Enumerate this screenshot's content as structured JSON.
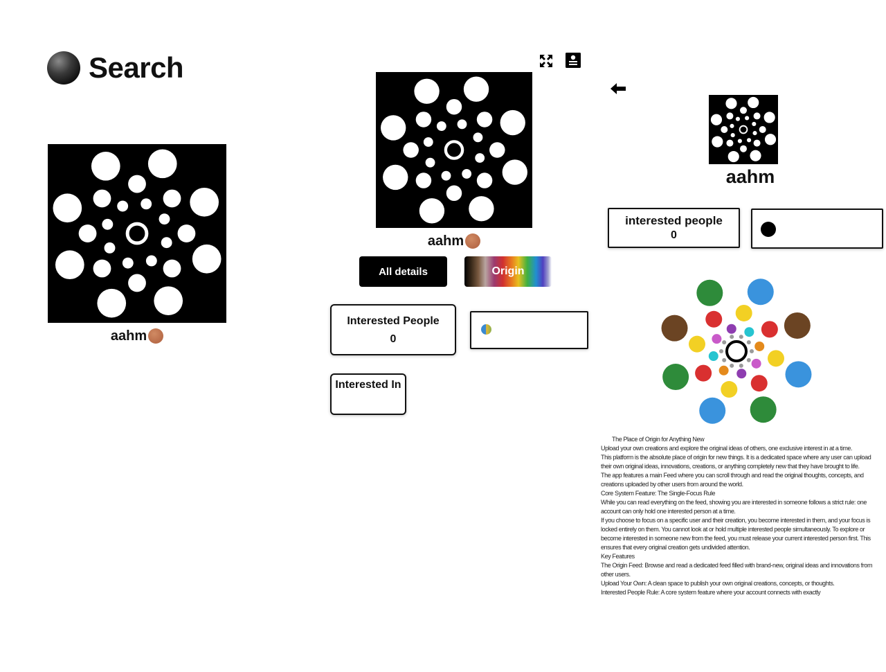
{
  "search": {
    "title": "Search",
    "icon": "search-ball-icon"
  },
  "left_result": {
    "name": "aahm",
    "badge_icon": "brown-dot-icon"
  },
  "middle_profile": {
    "name": "aahm",
    "badge_icon": "brown-dot-icon",
    "all_details_label": "All details",
    "origin_label": "Origin",
    "interested_people_label": "Interested People",
    "interested_people_count": "0",
    "interested_in_label": "Interested In"
  },
  "right_panel": {
    "name": "aahm",
    "interested_people_label": "interested people",
    "interested_people_count": "0"
  },
  "description": [
    "The Place of Origin for Anything New",
    "Upload your own creations and explore the original ideas of others, one exclusive interest in at a time.",
    "This platform is the absolute place of origin for new things. It is a dedicated space where any user can upload their own original ideas, innovations, creations, or anything completely new that they have brought to life.",
    "The app features a main Feed where you can scroll through and read the original thoughts, concepts, and creations uploaded by other users from around the world.",
    "Core System Feature: The Single-Focus Rule",
    "While you can read everything on the feed, showing you are interested in someone follows a strict rule: one account can only hold one interested person at a time.",
    "If you choose to focus on a specific user and their creation, you become interested in them, and your focus is locked entirely on them. You cannot look at or hold multiple interested people simultaneously. To explore or become interested in someone new from the feed, you must release your current interested person first. This ensures that every original creation gets undivided attention.",
    "Key Features",
    "The Origin Feed: Browse and read a dedicated feed filled with brand-new, original ideas and innovations from other users.",
    "Upload Your Own: A clean space to publish your own original creations, concepts, or thoughts.",
    "Interested People Rule: A core system feature where your account connects with exactly"
  ],
  "colors": {
    "green": "#2e8b3a",
    "blue": "#3a93dd",
    "brown": "#6b4423",
    "red": "#d93030",
    "yellow": "#f2d024",
    "purple": "#8e3db0",
    "magenta": "#c95ac9",
    "cyan": "#26c4d0",
    "orange": "#e48a1c",
    "gray": "#9a9a9a"
  }
}
